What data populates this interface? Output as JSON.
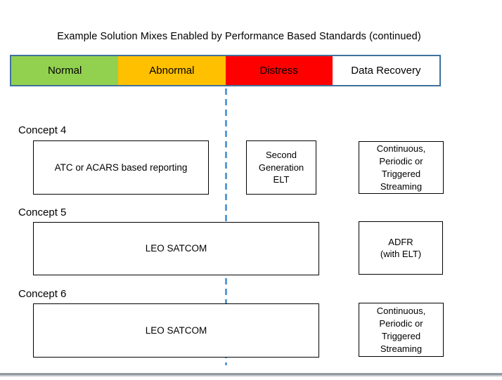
{
  "title": "Example Solution Mixes Enabled by Performance Based Standards (continued)",
  "phase_bar": {
    "border_color": "#41719C",
    "segments": [
      {
        "label": "Normal",
        "color": "#92D050"
      },
      {
        "label": "Abnormal",
        "color": "#FFC000"
      },
      {
        "label": "Distress",
        "color": "#FF0000"
      },
      {
        "label": "Data Recovery",
        "color": "#FFFFFF"
      }
    ]
  },
  "divider": {
    "style": "dashed",
    "color": "#5B9BD5",
    "aligned_with": "Abnormal/Distress boundary"
  },
  "concepts": [
    {
      "label": "Concept 4",
      "boxes": [
        {
          "text": "ATC or ACARS based reporting",
          "phase_span": "Normal + Abnormal"
        },
        {
          "text": "Second\nGeneration\nELT",
          "phase_span": "Distress"
        },
        {
          "text": "Continuous,\nPeriodic or\nTriggered\nStreaming",
          "phase_span": "Data Recovery"
        }
      ]
    },
    {
      "label": "Concept 5",
      "boxes": [
        {
          "text": "LEO SATCOM",
          "phase_span": "Normal + Abnormal + Distress"
        },
        {
          "text": "ADFR\n(with ELT)",
          "phase_span": "Data Recovery"
        }
      ]
    },
    {
      "label": "Concept 6",
      "boxes": [
        {
          "text": "LEO SATCOM",
          "phase_span": "Normal + Abnormal + Distress"
        },
        {
          "text": "Continuous,\nPeriodic or\nTriggered\nStreaming",
          "phase_span": "Data Recovery"
        }
      ]
    }
  ]
}
